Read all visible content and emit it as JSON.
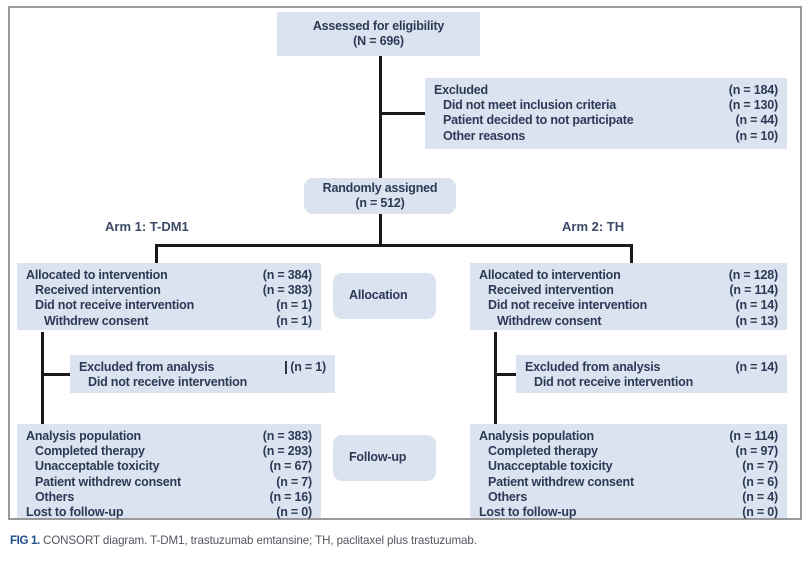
{
  "figure": {
    "caption_label": "FIG 1.",
    "caption_text": "CONSORT diagram. T-DM1, trastuzumab emtansine; TH, paclitaxel plus trastuzumab.",
    "box_fill": "#dce3f0",
    "text_color": "#2b3a55",
    "line_color": "#1a1a1a",
    "frame_color": "#9a9a9a"
  },
  "nodes": {
    "assessed": {
      "title": "Assessed for eligibility",
      "count": "(N = 696)"
    },
    "excluded": {
      "rows": [
        {
          "label": "Excluded",
          "n": "(n = 184)",
          "indent": 0
        },
        {
          "label": "Did not meet inclusion criteria",
          "n": "(n = 130)",
          "indent": 1
        },
        {
          "label": "Patient decided to not participate",
          "n": "(n = 44)",
          "indent": 1
        },
        {
          "label": "Other reasons",
          "n": "(n = 10)",
          "indent": 1
        }
      ]
    },
    "randomized": {
      "title": "Randomly assigned",
      "count": "(n = 512)"
    },
    "arm1_label": "Arm 1: T-DM1",
    "arm2_label": "Arm 2: TH",
    "stage_allocation": "Allocation",
    "stage_followup": "Follow-up",
    "arm1_allocation": {
      "rows": [
        {
          "label": "Allocated to intervention",
          "n": "(n = 384)",
          "indent": 0
        },
        {
          "label": "Received intervention",
          "n": "(n = 383)",
          "indent": 1
        },
        {
          "label": "Did not receive intervention",
          "n": "(n = 1)",
          "indent": 1
        },
        {
          "label": "Withdrew consent",
          "n": "(n = 1)",
          "indent": 2
        }
      ]
    },
    "arm2_allocation": {
      "rows": [
        {
          "label": "Allocated to intervention",
          "n": "(n = 128)",
          "indent": 0
        },
        {
          "label": "Received intervention",
          "n": "(n = 114)",
          "indent": 1
        },
        {
          "label": "Did not receive intervention",
          "n": "(n = 14)",
          "indent": 1
        },
        {
          "label": "Withdrew consent",
          "n": "(n = 13)",
          "indent": 2
        }
      ]
    },
    "arm1_excluded": {
      "rows": [
        {
          "label": "Excluded from analysis",
          "n": "(n = 1)",
          "indent": 0
        },
        {
          "label": "Did not receive intervention",
          "n": "",
          "indent": 1
        }
      ]
    },
    "arm2_excluded": {
      "rows": [
        {
          "label": "Excluded from analysis",
          "n": "(n = 14)",
          "indent": 0
        },
        {
          "label": "Did not receive intervention",
          "n": "",
          "indent": 1
        }
      ]
    },
    "arm1_analysis": {
      "rows": [
        {
          "label": "Analysis population",
          "n": "(n = 383)",
          "indent": 0
        },
        {
          "label": "Completed therapy",
          "n": "(n = 293)",
          "indent": 1
        },
        {
          "label": "Unacceptable toxicity",
          "n": "(n = 67)",
          "indent": 1
        },
        {
          "label": "Patient withdrew consent",
          "n": "(n = 7)",
          "indent": 1
        },
        {
          "label": "Others",
          "n": "(n = 16)",
          "indent": 1
        },
        {
          "label": "Lost to follow-up",
          "n": "(n = 0)",
          "indent": 0
        }
      ]
    },
    "arm2_analysis": {
      "rows": [
        {
          "label": "Analysis population",
          "n": "(n = 114)",
          "indent": 0
        },
        {
          "label": "Completed therapy",
          "n": "(n = 97)",
          "indent": 1
        },
        {
          "label": "Unacceptable toxicity",
          "n": "(n = 7)",
          "indent": 1
        },
        {
          "label": "Patient withdrew consent",
          "n": "(n = 6)",
          "indent": 1
        },
        {
          "label": "Others",
          "n": "(n = 4)",
          "indent": 1
        },
        {
          "label": "Lost to follow-up",
          "n": "(n = 0)",
          "indent": 0
        }
      ]
    }
  }
}
